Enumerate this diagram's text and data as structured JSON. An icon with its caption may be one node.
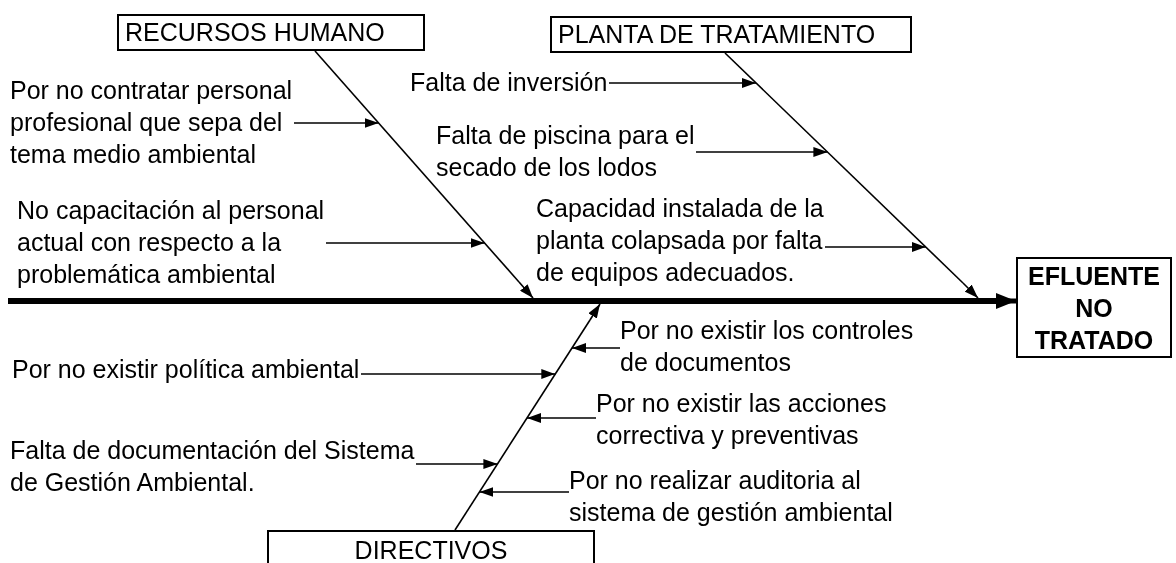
{
  "diagram": {
    "nodes": [
      {
        "text": [
          "RECURSOS HUMANO"
        ]
      },
      {
        "text": [
          "PLANTA DE TRATAMIENTO"
        ]
      },
      {
        "text": [],
        "shape": "line"
      },
      {
        "text": [],
        "shape": "line"
      },
      {
        "text": [
          "Por no contratar personal profesional que sepa del tema medio ambiental"
        ]
      },
      {
        "text": [
          "Falta de inversión"
        ]
      },
      {
        "text": [
          "Falta de piscina para el secado de los lodos"
        ]
      },
      {
        "text": [
          "No capacitación al personal actual con respecto a la problemática ambiental"
        ]
      },
      {
        "text": [
          "Capacidad instalada de la planta colapsada por falta de equipos adecuados."
        ]
      },
      {
        "text": [],
        "shape": "bar"
      },
      {
        "text": [
          "EFLUENTE NO TRATADO"
        ]
      },
      {
        "text": [],
        "shape": "line"
      },
      {
        "text": [
          "Por no existir los controles de documentos"
        ]
      },
      {
        "text": [
          "Por no existir política ambiental"
        ]
      },
      {
        "text": [
          "Por no existir las acciones correctiva y preventivas"
        ]
      },
      {
        "text": [
          "Falta de documentación del Sistema de Gestión Ambiental."
        ]
      },
      {
        "text": [
          "Por no realizar auditoria al sistema de gestión ambiental"
        ]
      },
      {
        "text": [
          "DIRECTIVOS"
        ]
      }
    ],
    "edges": [
      {
        "from": 4,
        "to": 2,
        "arrow": "to"
      },
      {
        "from": 5,
        "to": 3,
        "arrow": "to"
      },
      {
        "from": 6,
        "to": 3,
        "arrow": "to"
      },
      {
        "from": 7,
        "to": 2,
        "arrow": "to"
      },
      {
        "from": 8,
        "to": 3,
        "arrow": "to"
      },
      {
        "from": 2,
        "to": 9,
        "arrow": "to"
      },
      {
        "from": 3,
        "to": 9,
        "arrow": "to"
      },
      {
        "from": 9,
        "to": 10,
        "arrow": "to",
        "style": "thick"
      },
      {
        "from": 11,
        "to": 9,
        "arrow": "to"
      },
      {
        "from": 12,
        "to": 11,
        "arrow": "to"
      },
      {
        "from": 13,
        "to": 11,
        "arrow": "to"
      },
      {
        "from": 14,
        "to": 11,
        "arrow": "to"
      },
      {
        "from": 15,
        "to": 11,
        "arrow": "to"
      },
      {
        "from": 16,
        "to": 11,
        "arrow": "to"
      }
    ]
  }
}
